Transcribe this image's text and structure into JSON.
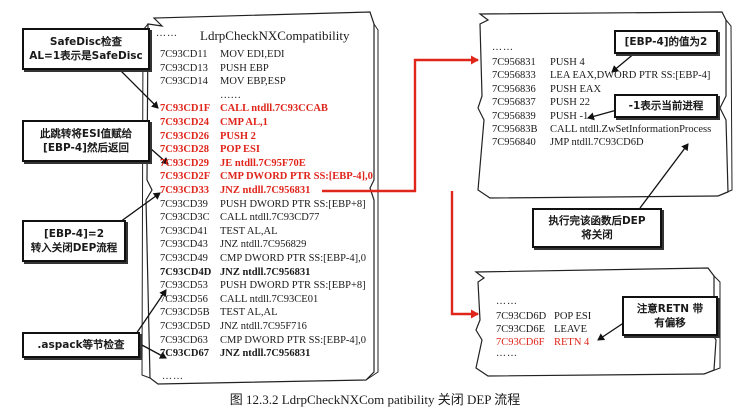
{
  "panels": {
    "main": {
      "dots_top": "……",
      "title": "LdrpCheckNXCompatibility",
      "rows": [
        {
          "addr": "7C93CD11",
          "instr": "MOV EDI,EDI",
          "style": "normal"
        },
        {
          "addr": "7C93CD13",
          "instr": "PUSH EBP",
          "style": "normal"
        },
        {
          "addr": "7C93CD14",
          "instr": "MOV EBP,ESP",
          "style": "normal"
        },
        {
          "addr": "",
          "instr": "……",
          "style": "normal"
        },
        {
          "addr": "7C93CD1F",
          "instr": "CALL ntdll.7C93CCAB",
          "style": "hl"
        },
        {
          "addr": "7C93CD24",
          "instr": "CMP AL,1",
          "style": "hl"
        },
        {
          "addr": "7C93CD26",
          "instr": "PUSH 2",
          "style": "hl"
        },
        {
          "addr": "7C93CD28",
          "instr": "POP ESI",
          "style": "hl"
        },
        {
          "addr": "7C93CD29",
          "instr": "JE ntdll.7C95F70E",
          "style": "hl"
        },
        {
          "addr": "7C93CD2F",
          "instr": "CMP DWORD PTR SS:[EBP-4],0",
          "style": "hl"
        },
        {
          "addr": "7C93CD33",
          "instr": "JNZ ntdll.7C956831",
          "style": "hl"
        },
        {
          "addr": "7C93CD39",
          "instr": "PUSH DWORD PTR SS:[EBP+8]",
          "style": "normal"
        },
        {
          "addr": "7C93CD3C",
          "instr": "CALL ntdll.7C93CD77",
          "style": "normal"
        },
        {
          "addr": "7C93CD41",
          "instr": "TEST AL,AL",
          "style": "normal"
        },
        {
          "addr": "7C93CD43",
          "instr": "JNZ ntdll.7C956829",
          "style": "normal"
        },
        {
          "addr": "7C93CD49",
          "instr": "CMP DWORD PTR SS:[EBP-4],0",
          "style": "normal"
        },
        {
          "addr": "7C93CD4D",
          "instr": "JNZ ntdll.7C956831",
          "style": "bold"
        },
        {
          "addr": "7C93CD53",
          "instr": "PUSH DWORD PTR SS:[EBP+8]",
          "style": "normal"
        },
        {
          "addr": "7C93CD56",
          "instr": "CALL ntdll.7C93CE01",
          "style": "normal"
        },
        {
          "addr": "7C93CD5B",
          "instr": "TEST AL,AL",
          "style": "normal"
        },
        {
          "addr": "7C93CD5D",
          "instr": "JNZ ntdll.7C95F716",
          "style": "normal"
        },
        {
          "addr": "7C93CD63",
          "instr": "CMP DWORD PTR SS:[EBP-4],0",
          "style": "normal"
        },
        {
          "addr": "7C93CD67",
          "instr": "JNZ ntdll.7C956831",
          "style": "bold"
        }
      ],
      "dots_bottom": "……"
    },
    "right_top": {
      "dots_top": "……",
      "rows": [
        {
          "addr": "7C956831",
          "instr": "PUSH 4",
          "style": "normal"
        },
        {
          "addr": "7C956833",
          "instr": "LEA EAX,DWORD PTR SS:[EBP-4]",
          "style": "normal"
        },
        {
          "addr": "7C956836",
          "instr": "PUSH EAX",
          "style": "normal"
        },
        {
          "addr": "7C956837",
          "instr": "PUSH 22",
          "style": "normal"
        },
        {
          "addr": "7C956839",
          "instr": "PUSH -1",
          "style": "normal"
        },
        {
          "addr": "7C95683B",
          "instr": "CALL ntdll.ZwSetInformationProcess",
          "style": "normal"
        },
        {
          "addr": "7C956840",
          "instr": "JMP ntdll.7C93CD6D",
          "style": "normal"
        }
      ]
    },
    "right_bottom": {
      "dots_top": "……",
      "rows": [
        {
          "addr": "7C93CD6D",
          "instr": "POP ESI",
          "style": "normal"
        },
        {
          "addr": "7C93CD6E",
          "instr": "LEAVE",
          "style": "normal"
        },
        {
          "addr": "7C93CD6F",
          "instr": "RETN 4",
          "style": "red"
        }
      ],
      "dots_bottom": "……"
    }
  },
  "callouts": {
    "safedisc": [
      "SafeDisc检查",
      "AL=1表示是SafeDisc"
    ],
    "jump_esi": [
      "此跳转将ESI值赋给",
      "[EBP-4]然后返回"
    ],
    "ebp_eq_2": [
      "[EBP-4]=2",
      "转入关闭DEP流程"
    ],
    "aspack": [
      ".aspack等节检查"
    ],
    "ebp_value": [
      "[EBP-4]的值为2"
    ],
    "current_process": [
      "-1表示当前进程"
    ],
    "dep_off": [
      "执行完该函数后DEP",
      "将关闭"
    ],
    "retn_offset": [
      "注意RETN 带",
      "有偏移"
    ]
  },
  "caption": "图 12.3.2 LdrpCheckNXCom patibility 关闭 DEP 流程",
  "colors": {
    "highlight": "#e0251b",
    "arrow": "#e0251b",
    "border": "#111111"
  }
}
